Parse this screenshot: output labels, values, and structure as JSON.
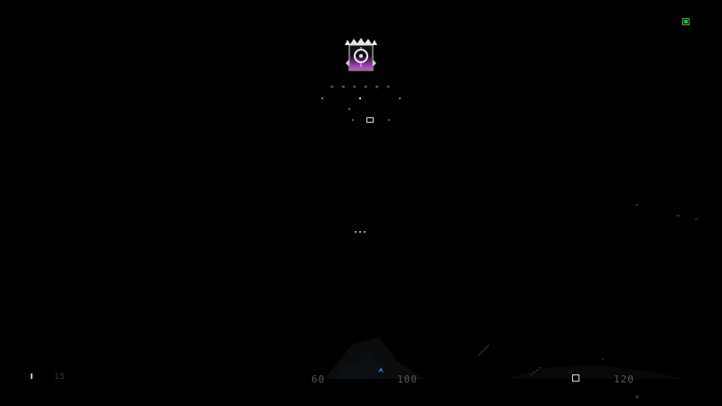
{
  "hud": {
    "objective": {
      "icon": "objective-target-icon",
      "label": "▪ ▪ ▪ ▪ ▪ ▪",
      "marker_icon": "waypoint-square-icon",
      "accent_color": "#c457d6"
    },
    "crosshair": {
      "icon": "crosshair-dots-icon"
    },
    "status": {
      "icon": "status-indicator-icon",
      "color": "#2fbf3a"
    },
    "compass": {
      "left_heading": "15",
      "heading_a": "60",
      "heading_b": "100",
      "heading_c": "120",
      "center_marker_icon": "player-heading-icon",
      "center_marker_color": "#3a6fe0",
      "waypoint_icon": "waypoint-square-icon"
    }
  }
}
